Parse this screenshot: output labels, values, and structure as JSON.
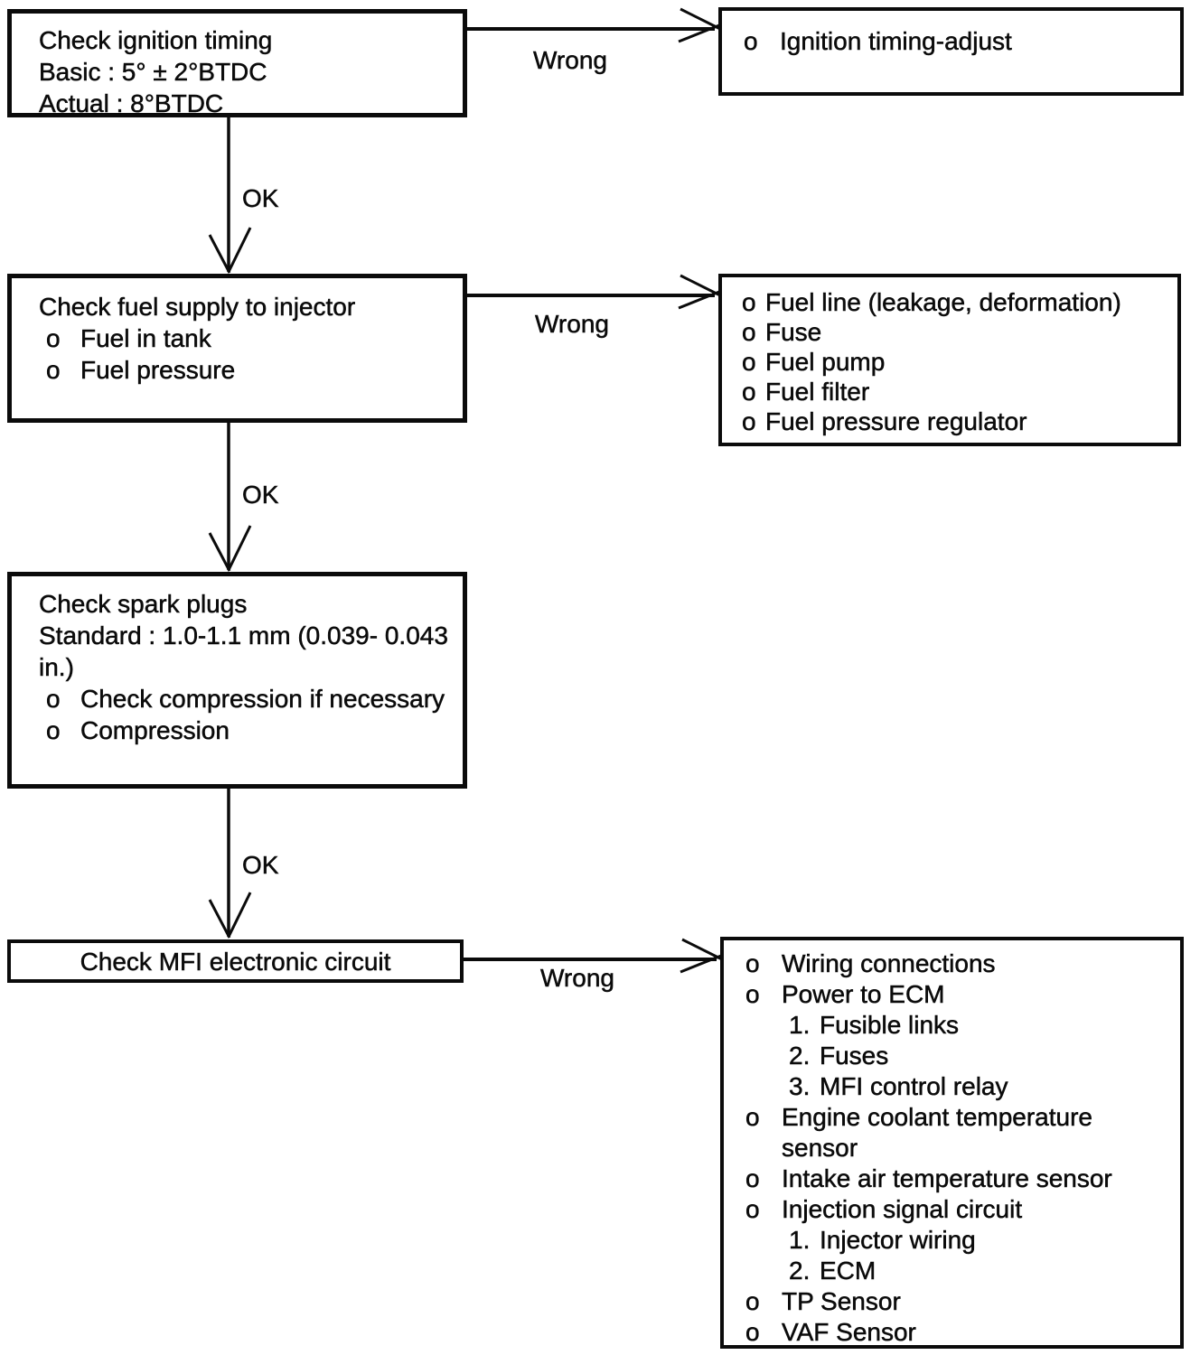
{
  "page": {
    "background_color": "#ffffff",
    "ink_color": "#0b0b0b",
    "kind": "engine troubleshooting flowchart"
  },
  "connector_labels": {
    "ok": "OK",
    "wrong": "Wrong"
  },
  "boxes": {
    "check_ignition_timing": {
      "lines": [
        "Check ignition timing",
        "Basic : 5° ± 2°BTDC",
        "Actual : 8°BTDC"
      ]
    },
    "ignition_actions": {
      "items": [
        {
          "marker": "o",
          "text": "Ignition timing-adjust",
          "style": "bullet"
        }
      ]
    },
    "check_fuel_supply": {
      "title": "Check fuel supply to injector",
      "items": [
        {
          "marker": "o",
          "text": "Fuel in tank",
          "style": "bullet"
        },
        {
          "marker": "o",
          "text": "Fuel pressure",
          "style": "bullet"
        }
      ]
    },
    "fuel_actions": {
      "items": [
        {
          "marker": "o",
          "text": "Fuel line (leakage, deformation)",
          "style": "bullet"
        },
        {
          "marker": "o",
          "text": "Fuse",
          "style": "bullet"
        },
        {
          "marker": "o",
          "text": "Fuel pump",
          "style": "bullet"
        },
        {
          "marker": "o",
          "text": "Fuel filter",
          "style": "bullet"
        },
        {
          "marker": "o",
          "text": "Fuel pressure regulator",
          "style": "bullet"
        }
      ]
    },
    "check_spark_plugs": {
      "lines": [
        "Check spark plugs",
        "Standard : 1.0-1.1 mm (0.039- 0.043",
        "in.)"
      ],
      "items": [
        {
          "marker": "o",
          "text": "Check compression if necessary",
          "style": "bullet"
        },
        {
          "marker": "o",
          "text": "Compression",
          "style": "bullet"
        }
      ]
    },
    "check_mfi_circuit": {
      "title": "Check MFI electronic circuit"
    },
    "mfi_actions": {
      "items": [
        {
          "marker": "o",
          "text": "Wiring connections",
          "style": "bullet"
        },
        {
          "marker": "o",
          "text": "Power to ECM",
          "style": "bullet"
        },
        {
          "marker": "1.",
          "text": "Fusible links",
          "style": "num"
        },
        {
          "marker": "2.",
          "text": "Fuses",
          "style": "num"
        },
        {
          "marker": "3.",
          "text": "MFI control relay",
          "style": "num"
        },
        {
          "marker": "o",
          "text": "Engine coolant temperature sensor",
          "style": "bullet"
        },
        {
          "marker": "o",
          "text": "Intake air temperature sensor",
          "style": "bullet"
        },
        {
          "marker": "o",
          "text": "Injection signal circuit",
          "style": "bullet"
        },
        {
          "marker": "1.",
          "text": "Injector wiring",
          "style": "num"
        },
        {
          "marker": "2.",
          "text": "ECM",
          "style": "num"
        },
        {
          "marker": "o",
          "text": "TP Sensor",
          "style": "bullet"
        },
        {
          "marker": "o",
          "text": "VAF Sensor",
          "style": "bullet"
        }
      ]
    }
  }
}
